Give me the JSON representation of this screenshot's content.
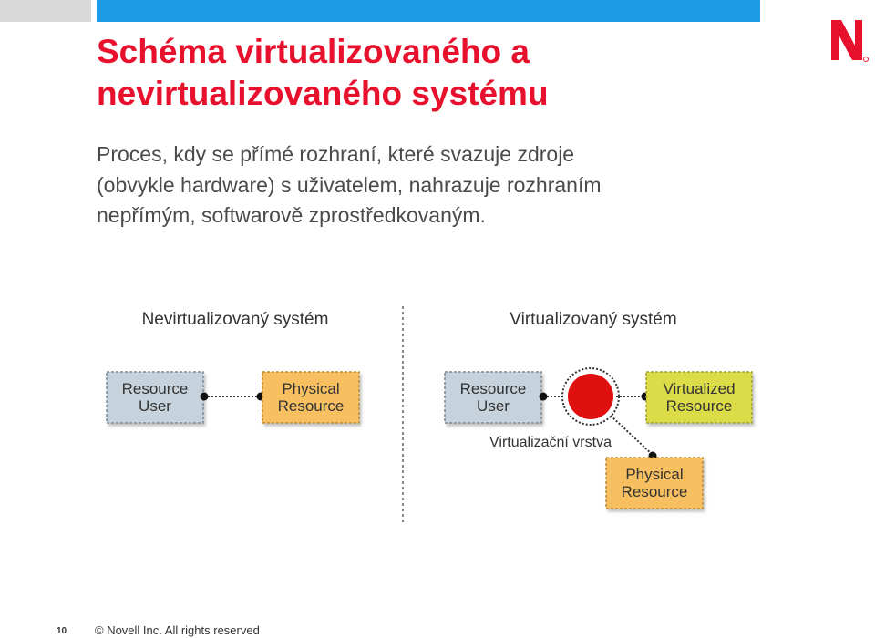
{
  "header": {
    "title_line1": "Schéma virtualizovaného a",
    "title_line2": "nevirtualizovaného systému",
    "logo_icon": "novell-n-logo-icon",
    "colors": {
      "accent_red": "#e8112d",
      "top_bar_blue": "#1e9be6",
      "top_bar_gray": "#d9d9d9"
    }
  },
  "intro": {
    "line1": "Proces, kdy se přímé rozhraní, které svazuje zdroje",
    "line2": "(obvykle hardware) s uživatelem, nahrazuje rozhraním",
    "line3": "nepřímým, softwarově zprostředkovaným."
  },
  "diagram": {
    "left_heading": "Nevirtualizovaný systém",
    "right_heading": "Virtualizovaný systém",
    "left": {
      "user_box": {
        "line1": "Resource",
        "line2": "User"
      },
      "physical_box": {
        "line1": "Physical",
        "line2": "Resource"
      }
    },
    "right": {
      "user_box": {
        "line1": "Resource",
        "line2": "User"
      },
      "virtualized_box": {
        "line1": "Virtualized",
        "line2": "Resource"
      },
      "physical_box": {
        "line1": "Physical",
        "line2": "Resource"
      },
      "layer_label": "Virtualizační vrstva"
    },
    "colors": {
      "user_box_fill": "#c7d3dc",
      "physical_box_fill": "#f7bf5e",
      "virtualized_box_fill": "#dcdc4a",
      "layer_circle": "#e01010"
    }
  },
  "footer": {
    "page_number": "10",
    "copyright": "© Novell Inc.  All rights reserved"
  }
}
